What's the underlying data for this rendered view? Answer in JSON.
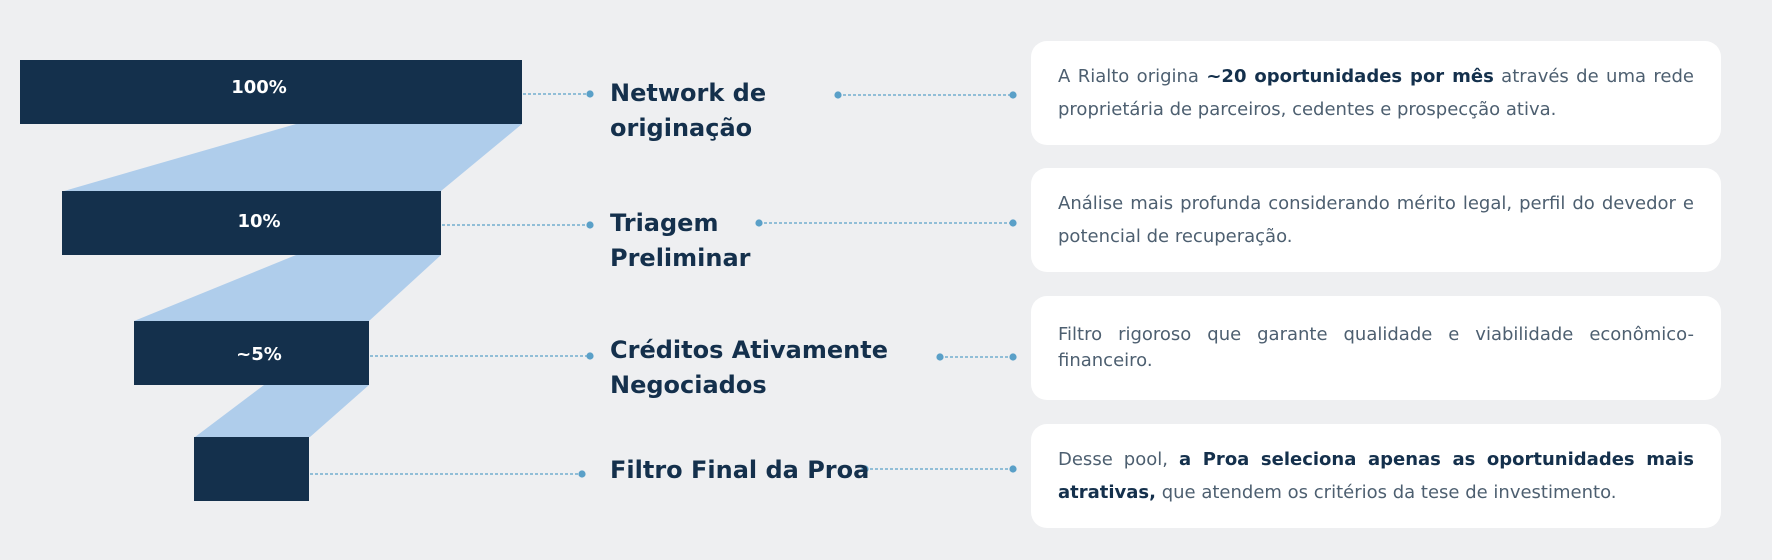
{
  "colors": {
    "background": "#eeeff1",
    "bar": "#14304c",
    "ribbon": "#afcdeb",
    "connector": "#5aa0c8",
    "title": "#14304c",
    "card_text": "#4d5f70",
    "card_bg": "#ffffff"
  },
  "stages": [
    {
      "label": "100%",
      "title_line1": "Network de",
      "title_line2": "originação",
      "card": {
        "pre": "A Rialto origina ",
        "bold": "~20 oportunidades por mês",
        "post": " através de uma rede proprietária de parceiros, cedentes e prospecção ativa."
      }
    },
    {
      "label": "10%",
      "title_line1": "Triagem",
      "title_line2": "Preliminar",
      "card": {
        "pre": "Análise mais profunda considerando mérito legal, perfil do devedor e potencial de recuperação.",
        "bold": "",
        "post": ""
      }
    },
    {
      "label": "~5%",
      "title_line1": "Créditos Ativamente",
      "title_line2": "Negociados",
      "card": {
        "pre": "Filtro rigoroso que garante qualidade e viabilidade econômico-financeiro.",
        "bold": "",
        "post": ""
      }
    },
    {
      "label": "",
      "title_line1": "Filtro Final da Proa",
      "title_line2": "",
      "card": {
        "pre": "Desse pool, ",
        "bold": "a Proa seleciona apenas as oportunidades mais atrativas,",
        "post": " que atendem os critérios da tese de investimento."
      }
    }
  ]
}
